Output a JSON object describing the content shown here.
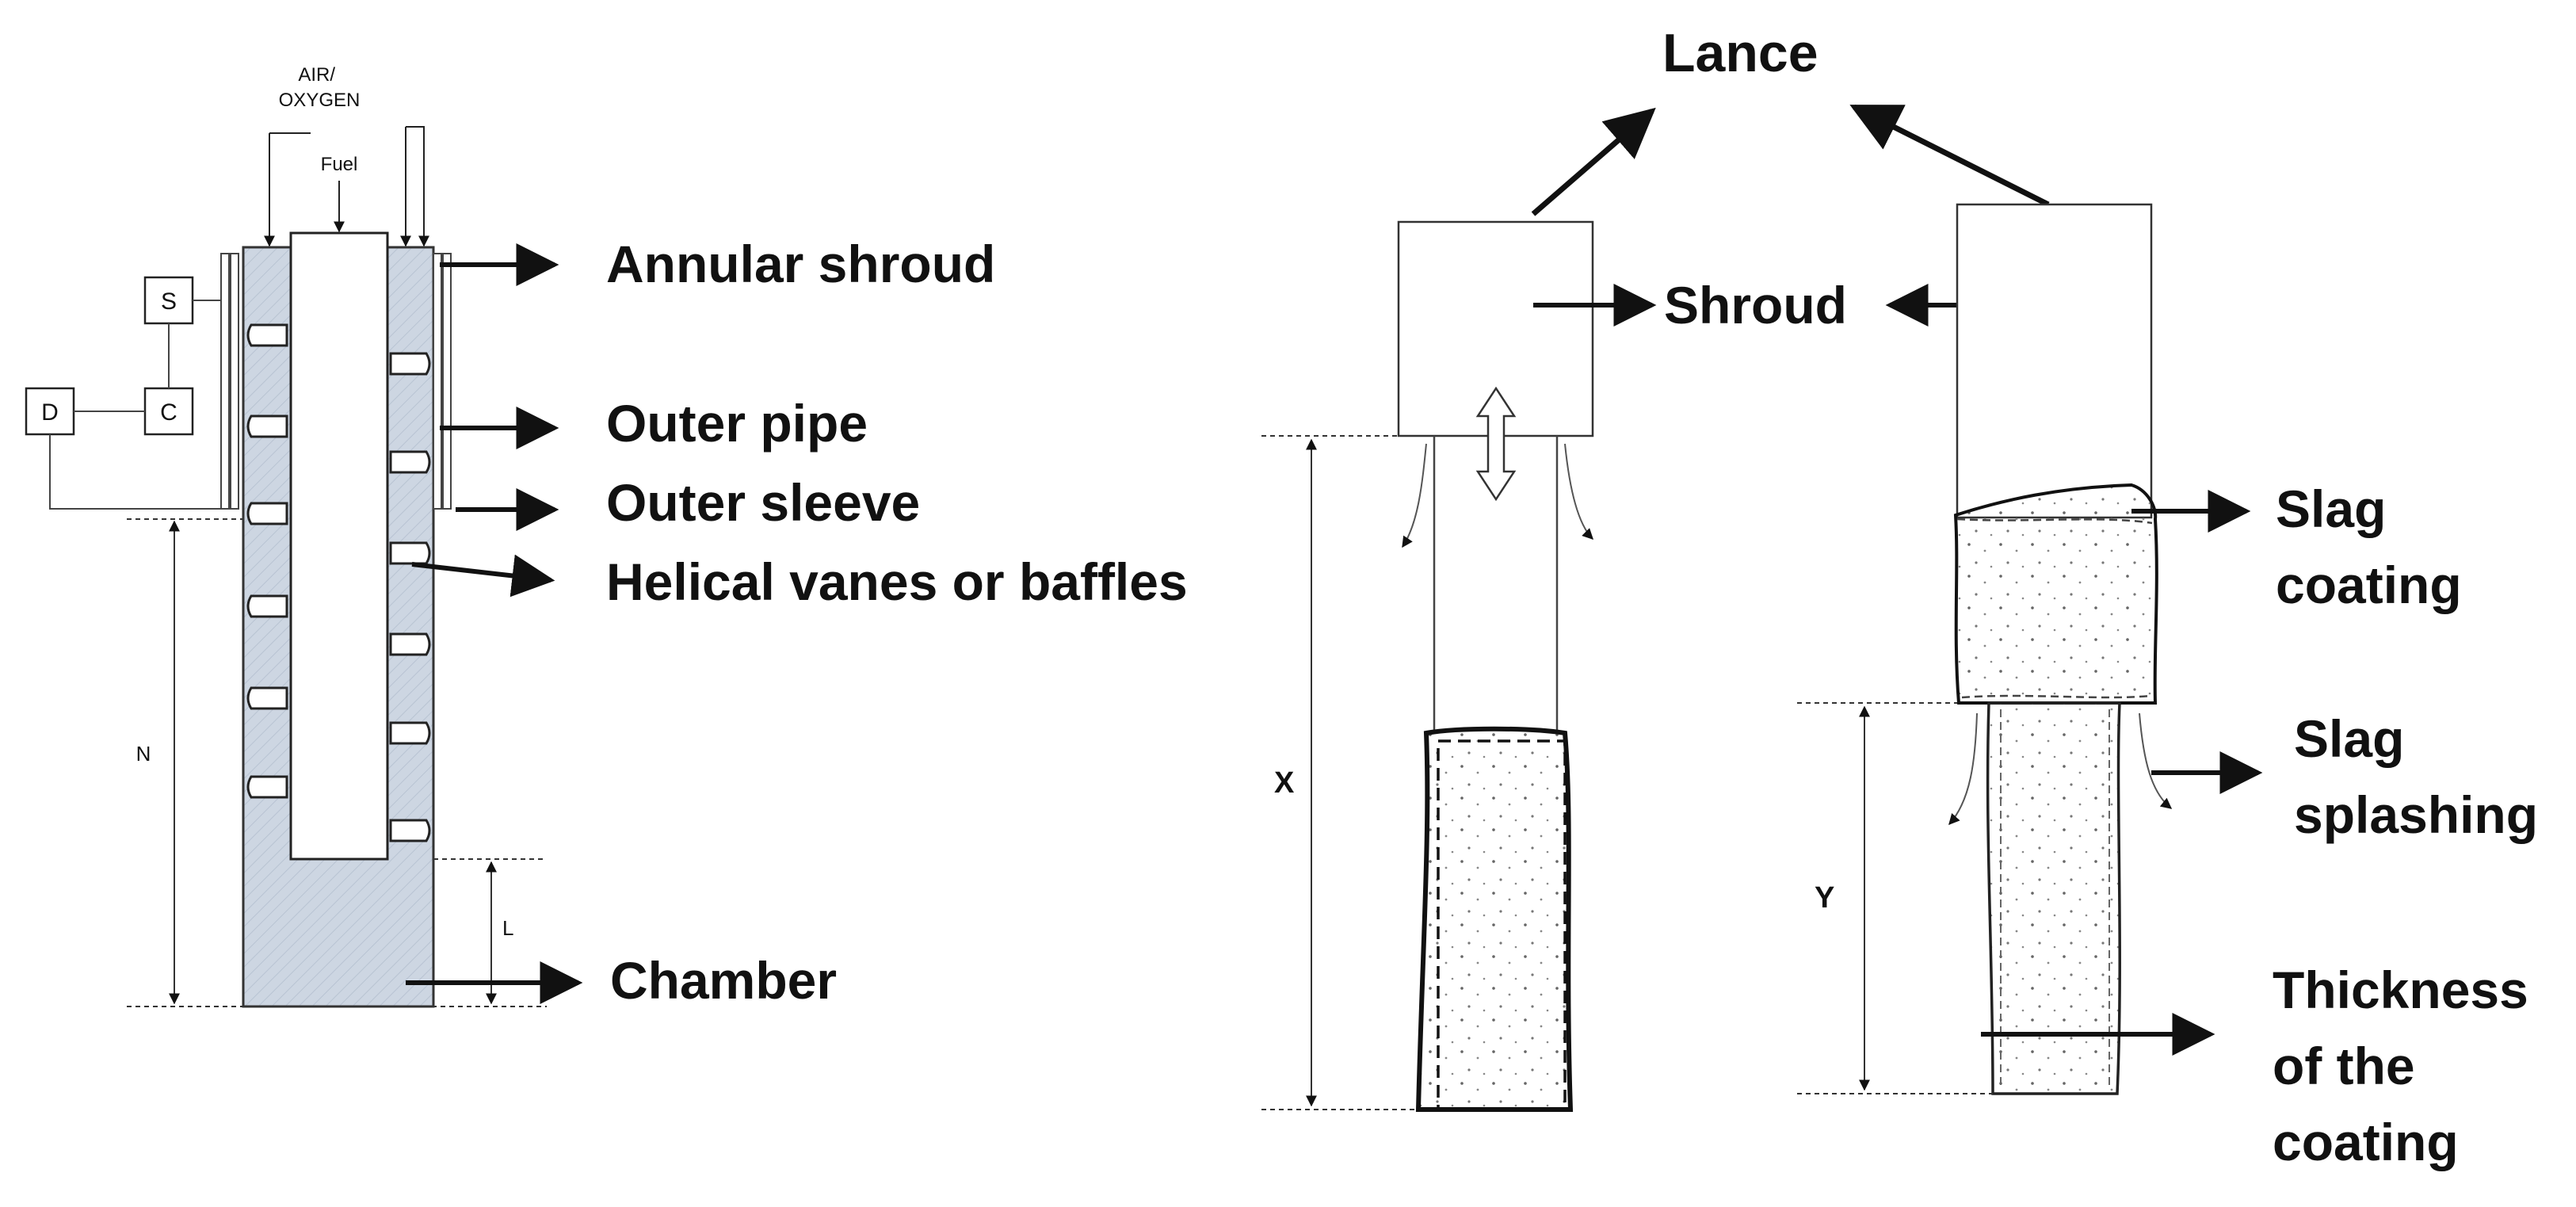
{
  "colors": {
    "chamber_fill": "#cdd6e2",
    "ink": "#111111",
    "slag_fill": "#f4f4f4"
  },
  "left": {
    "inlet_air": "AIR/\nOXYGEN",
    "inlet_fuel": "Fuel",
    "box_s": "S",
    "box_c": "C",
    "box_d": "D",
    "dim_n": "N",
    "dim_l": "L",
    "labels": {
      "annular_shroud": "Annular shroud",
      "outer_pipe": "Outer pipe",
      "outer_sleeve": "Outer sleeve",
      "helical_vanes": "Helical vanes or baffles",
      "chamber": "Chamber"
    }
  },
  "right": {
    "lance": "Lance",
    "shroud": "Shroud",
    "dim_x": "X",
    "dim_y": "Y",
    "slag_coating": "Slag\ncoating",
    "slag_splashing": "Slag\nsplashing",
    "thickness": "Thickness\nof the\ncoating"
  }
}
